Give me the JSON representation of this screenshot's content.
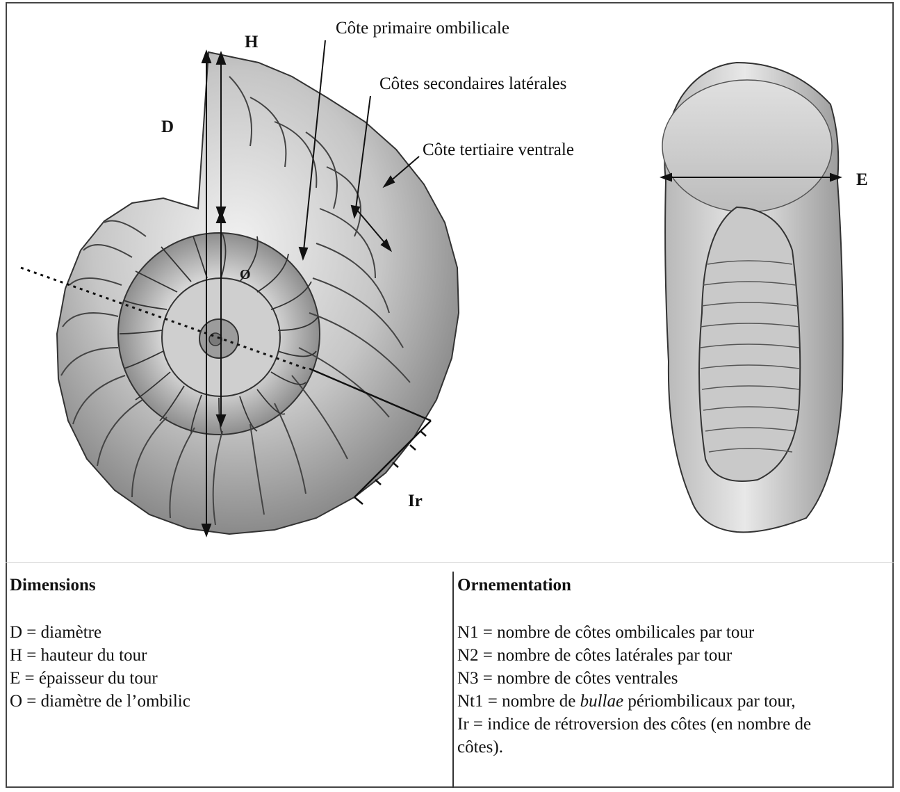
{
  "labels": {
    "H": "H",
    "D": "D",
    "O": "O",
    "E": "E",
    "Ir": "Ir",
    "primary_rib": "Côte primaire ombilicale",
    "secondary_ribs": "Côtes secondaires latérales",
    "tertiary_rib": "Côte tertiaire ventrale"
  },
  "dimensions": {
    "heading": "Dimensions",
    "items": [
      "D = diamètre",
      "H = hauteur du tour",
      "E = épaisseur du tour",
      "O = diamètre de l’ombilic"
    ]
  },
  "ornamentation": {
    "heading": "Ornementation",
    "items": [
      {
        "text": "N1 = nombre de côtes ombilicales par tour"
      },
      {
        "text": "N2 = nombre de côtes latérales par tour"
      },
      {
        "text": "N3 = nombre de côtes ventrales"
      },
      {
        "prefix": "Nt1 = nombre de ",
        "italic": "bullae",
        "suffix": " périombilicaux par tour,"
      },
      {
        "text": "Ir = indice de rétroversion des côtes (en nombre de"
      },
      {
        "text": "côtes)."
      }
    ]
  },
  "colors": {
    "line": "#111111",
    "shell_light": "#e4e4e4",
    "shell_dark": "#6d6d6d"
  }
}
